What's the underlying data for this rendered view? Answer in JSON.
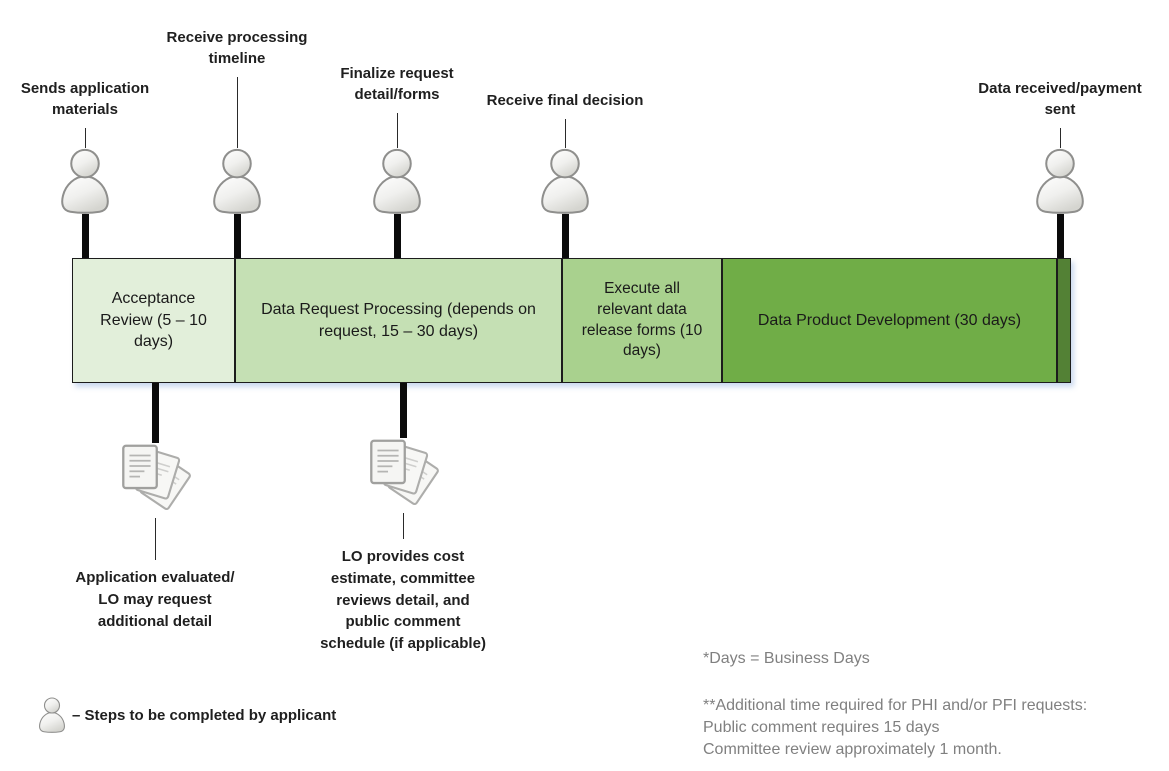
{
  "milestones": [
    {
      "label": "Sends application\nmaterials"
    },
    {
      "label": "Receive processing\ntimeline"
    },
    {
      "label": "Finalize request\ndetail/forms"
    },
    {
      "label": "Receive final decision"
    },
    {
      "label": "Data received/payment\nsent"
    }
  ],
  "segments": [
    {
      "label": "Acceptance\nReview (5 – 10\ndays)",
      "color": "#e2efda"
    },
    {
      "label": "Data Request Processing (depends on\nrequest, 15 – 30 days)",
      "color": "#c5e0b4"
    },
    {
      "label": "Execute all\nrelevant data\nrelease forms (10\ndays)",
      "color": "#a9d18e"
    },
    {
      "label": "Data Product Development (30 days)",
      "color": "#70ad47"
    },
    {
      "label": "",
      "color": "#538135"
    }
  ],
  "annotations": [
    {
      "label": "Application evaluated/\nLO may request\nadditional detail"
    },
    {
      "label": "LO provides cost\nestimate, committee\nreviews detail, and\npublic comment\nschedule (if applicable)"
    }
  ],
  "legend": {
    "label": "– Steps to be completed by applicant",
    "icon": "person-icon"
  },
  "notes": {
    "line1": "*Days = Business Days",
    "line2": "**Additional time required for PHI and/or PFI requests:",
    "line3": "Public comment requires 15 days",
    "line4": "Committee review approximately 1 month."
  },
  "icons": {
    "applicant_step": "person-icon",
    "document_step": "documents-icon"
  },
  "colors": {
    "stem": "#0b0b0b",
    "note_text": "#808080",
    "bar_shadow": "rgba(140,170,220,0.45)"
  }
}
